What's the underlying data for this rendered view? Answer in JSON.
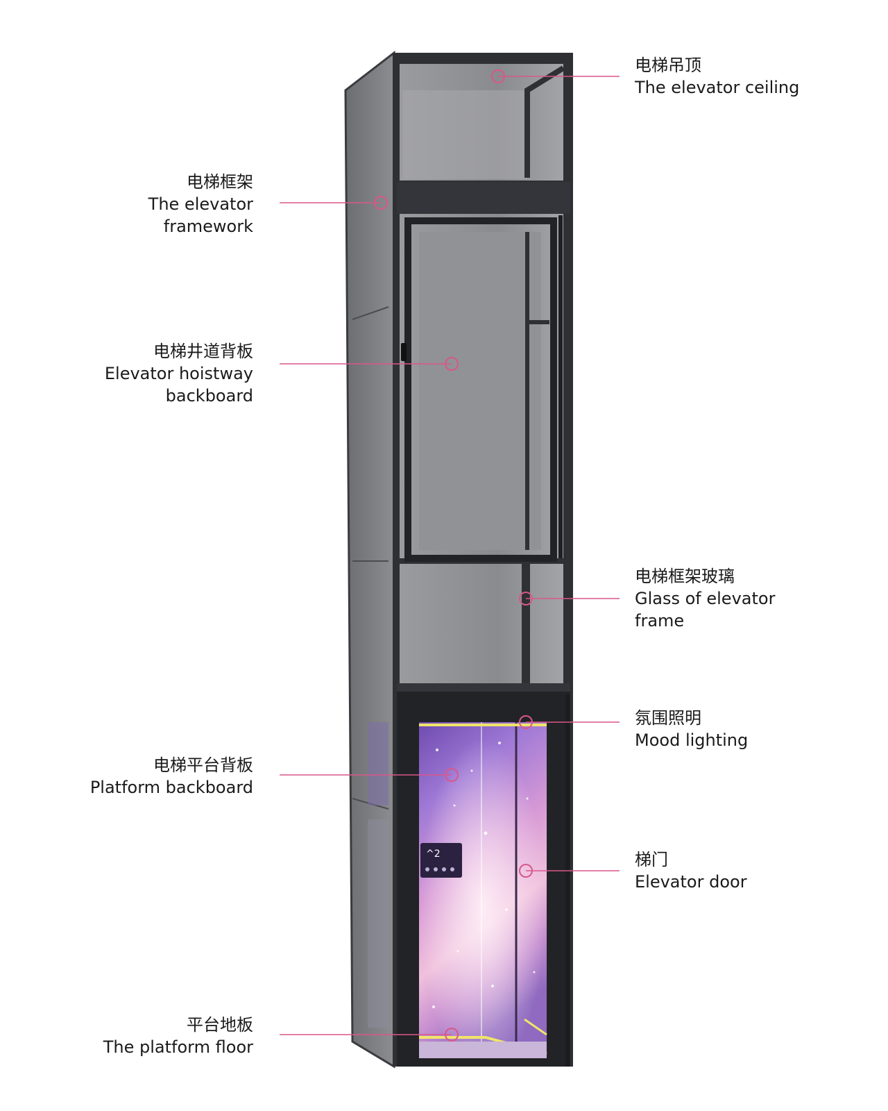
{
  "colors": {
    "callout": "#d9578a",
    "frame": "#2f3033",
    "glass_gray": "#8e8f93",
    "nebula_purple": "#9b6fd0",
    "nebula_pink": "#e6a9d6",
    "mood_light": "#f0e46a"
  },
  "callouts": [
    {
      "id": "ceiling",
      "zh": "电梯吊顶",
      "en": [
        "The elevator ceiling"
      ]
    },
    {
      "id": "framework",
      "zh": "电梯框架",
      "en": [
        "The elevator",
        "framework"
      ]
    },
    {
      "id": "hoistway-backboard",
      "zh": "电梯井道背板",
      "en": [
        "Elevator hoistway",
        "backboard"
      ]
    },
    {
      "id": "frame-glass",
      "zh": "电梯框架玻璃",
      "en": [
        "Glass of elevator",
        "frame"
      ]
    },
    {
      "id": "mood-lighting",
      "zh": "氛围照明",
      "en": [
        "Mood lighting"
      ]
    },
    {
      "id": "platform-backboard",
      "zh": "电梯平台背板",
      "en": [
        "Platform backboard"
      ]
    },
    {
      "id": "elevator-door",
      "zh": "梯门",
      "en": [
        "Elevator door"
      ]
    },
    {
      "id": "platform-floor",
      "zh": "平台地板",
      "en": [
        "The platform floor"
      ]
    }
  ],
  "panel": {
    "display": "^2"
  }
}
